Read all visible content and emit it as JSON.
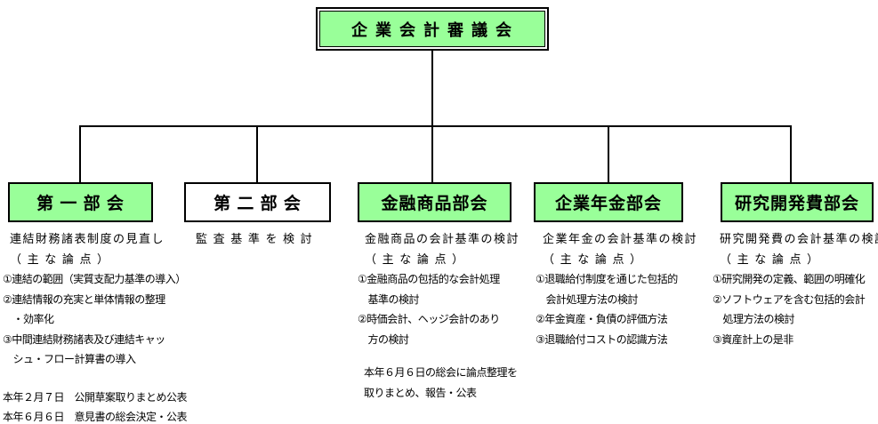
{
  "diagram": {
    "colors": {
      "highlight": "#99FF99",
      "plain": "#FFFFFF",
      "line": "#000000"
    },
    "root": {
      "label": "企 業 会 計 審 議 会"
    },
    "branches": [
      {
        "label": "第 一 部 会",
        "summary": [
          "連結財務諸表制度の見直し",
          "（ 主 な 論 点 ）"
        ],
        "points": [
          "①連結の範囲（実質支配力基準の導入）",
          "②連結情報の充実と単体情報の整理",
          "　・効率化",
          "③中間連結財務諸表及び連結キャッ",
          "　シュ・フロー計算書の導入"
        ],
        "footer": [
          "本年２月７日　公開草案取りまとめ公表",
          "本年６月６日　意見書の総会決定・公表"
        ]
      },
      {
        "label": "第 二 部 会",
        "summary": [
          "監 査 基 準 を 検 討"
        ],
        "points": [],
        "footer": []
      },
      {
        "label": "金融商品部会",
        "summary": [
          "金融商品の会計基準の検討",
          "（ 主 な 論 点 ）"
        ],
        "points": [
          "①金融商品の包括的な会計処理",
          "　基準の検討",
          "②時価会計、ヘッジ会計のあり",
          "　方の検討"
        ],
        "footer": [
          "本年６月６日の総会に論点整理を",
          "取りまとめ、報告・公表"
        ]
      },
      {
        "label": "企業年金部会",
        "summary": [
          "企業年金の会計基準の検討",
          "（ 主 な 論 点 ）"
        ],
        "points": [
          "①退職給付制度を通じた包括的",
          "　会計処理方法の検討",
          "②年金資産・負債の評価方法",
          "③退職給付コストの認識方法"
        ],
        "footer": []
      },
      {
        "label": "研究開発費部会",
        "summary": [
          "研究開発費の会計基準の検討",
          "（ 主 な 論 点 ）"
        ],
        "points": [
          "①研究開発の定義、範囲の明確化",
          "②ソフトウェアを含む包括的会計",
          "　処理方法の検討",
          "③資産計上の是非"
        ],
        "footer": []
      }
    ]
  }
}
